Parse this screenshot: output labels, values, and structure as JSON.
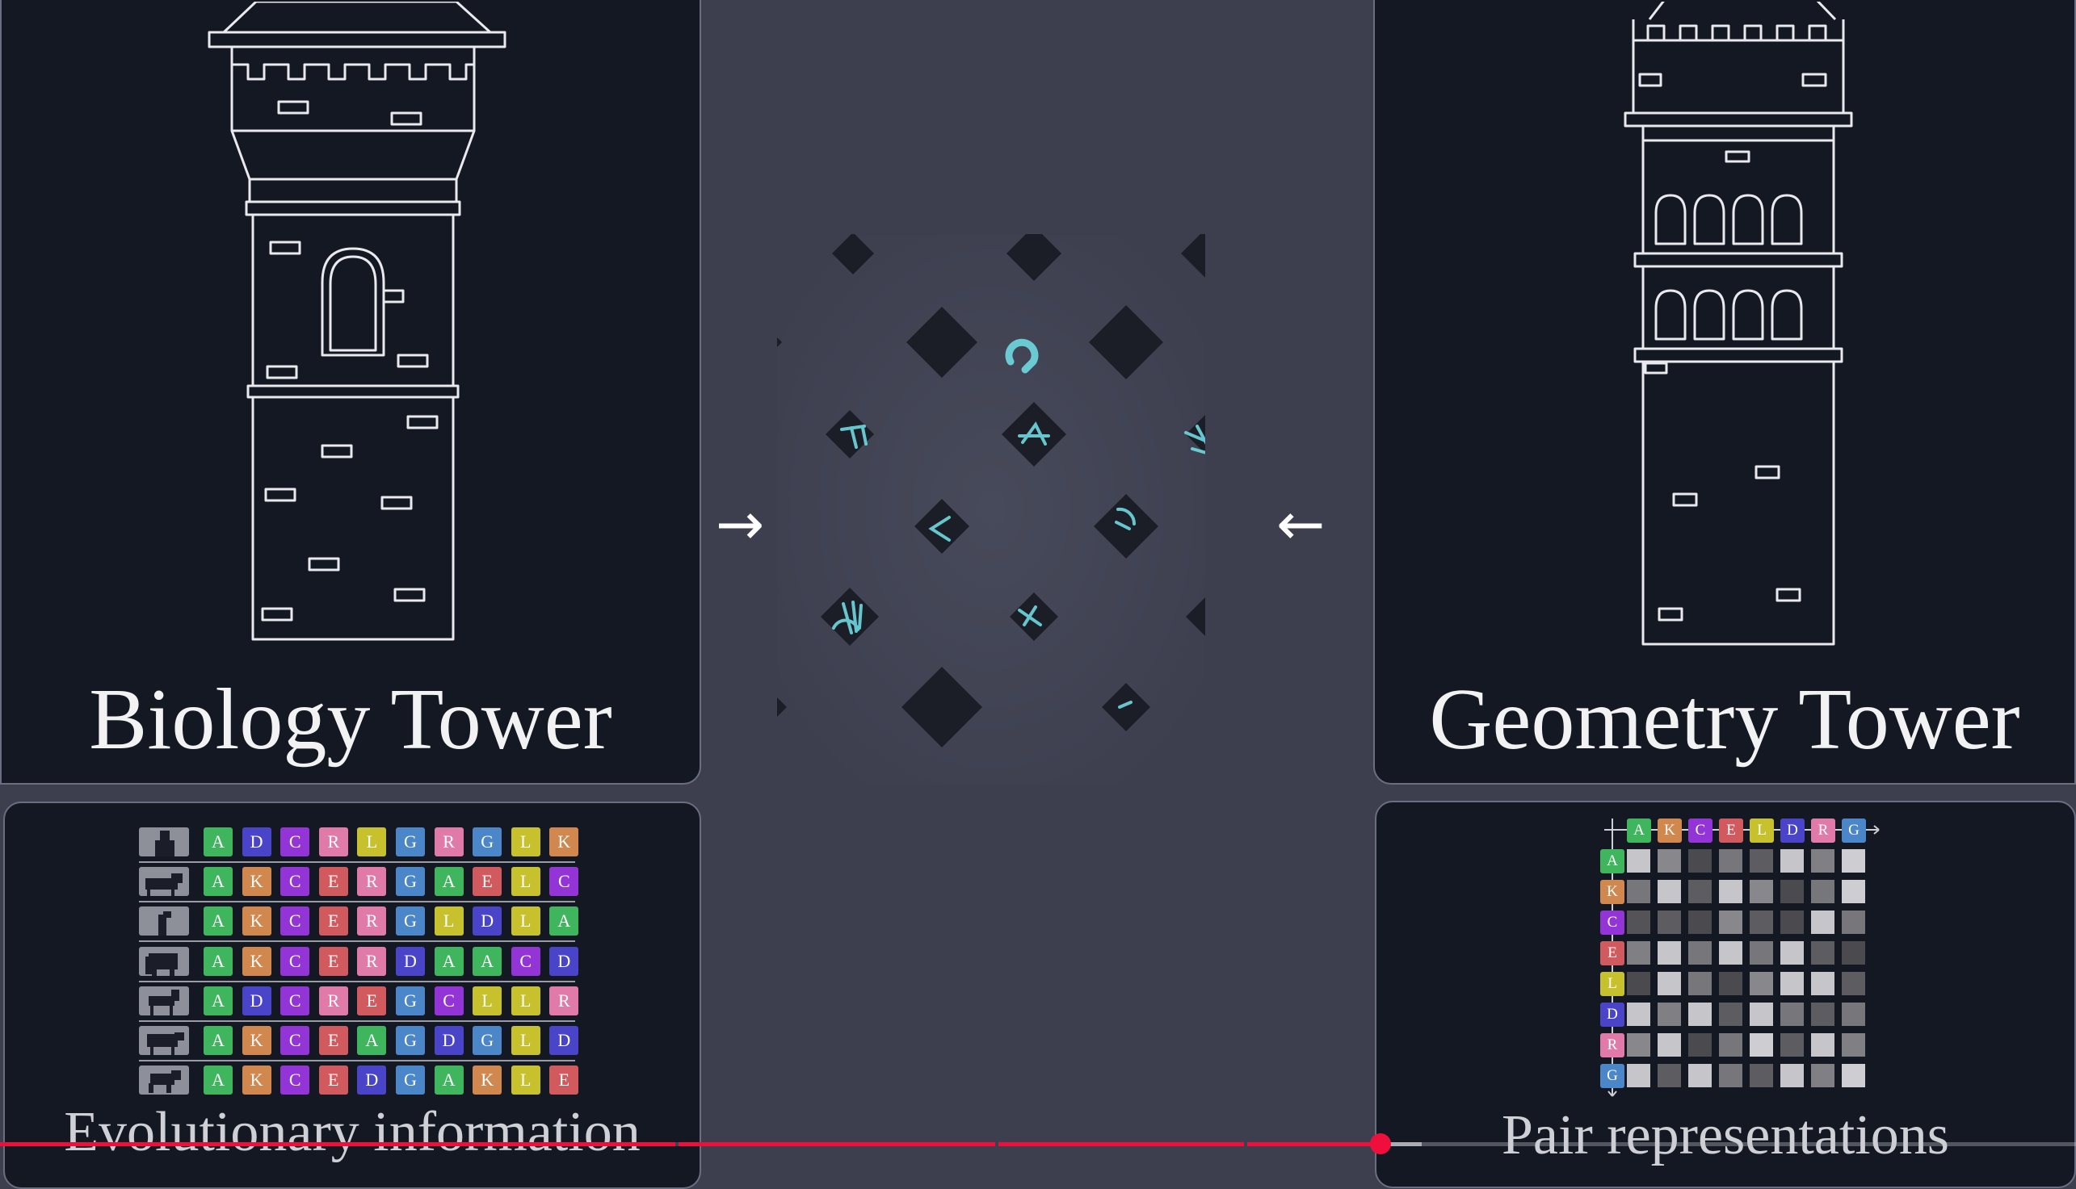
{
  "towers": {
    "left_title": "Biology Tower",
    "right_title": "Geometry Tower"
  },
  "captions": {
    "evolutionary": "Evolutionary information",
    "pair": "Pair representations"
  },
  "msa": {
    "organisms": [
      "human-icon",
      "cat-icon",
      "dog-icon",
      "elephant-icon",
      "horse-icon",
      "cow-icon",
      "monkey-icon"
    ],
    "rows": [
      [
        "A",
        "D",
        "C",
        "R",
        "L",
        "G",
        "R",
        "G",
        "L",
        "K"
      ],
      [
        "A",
        "K",
        "C",
        "E",
        "R",
        "G",
        "A",
        "E",
        "L",
        "C"
      ],
      [
        "A",
        "K",
        "C",
        "E",
        "R",
        "G",
        "L",
        "D",
        "L",
        "A"
      ],
      [
        "A",
        "K",
        "C",
        "E",
        "R",
        "D",
        "A",
        "A",
        "C",
        "D"
      ],
      [
        "A",
        "D",
        "C",
        "R",
        "E",
        "G",
        "C",
        "L",
        "L",
        "R"
      ],
      [
        "A",
        "K",
        "C",
        "E",
        "A",
        "G",
        "D",
        "G",
        "L",
        "D"
      ],
      [
        "A",
        "K",
        "C",
        "E",
        "D",
        "G",
        "A",
        "K",
        "L",
        "E"
      ]
    ]
  },
  "pair": {
    "residues": [
      "A",
      "K",
      "C",
      "E",
      "L",
      "D",
      "R",
      "G"
    ],
    "intensity": [
      [
        0.9,
        0.55,
        0.2,
        0.45,
        0.3,
        0.9,
        0.5,
        0.95
      ],
      [
        0.45,
        0.9,
        0.3,
        0.9,
        0.55,
        0.2,
        0.45,
        0.95
      ],
      [
        0.25,
        0.3,
        0.2,
        0.55,
        0.3,
        0.2,
        0.9,
        0.45
      ],
      [
        0.5,
        0.9,
        0.45,
        0.9,
        0.45,
        0.9,
        0.3,
        0.2
      ],
      [
        0.2,
        0.9,
        0.45,
        0.2,
        0.55,
        0.9,
        0.9,
        0.3
      ],
      [
        0.9,
        0.5,
        0.9,
        0.3,
        0.9,
        0.45,
        0.3,
        0.45
      ],
      [
        0.55,
        0.9,
        0.2,
        0.45,
        0.95,
        0.3,
        0.9,
        0.5
      ],
      [
        0.9,
        0.3,
        0.9,
        0.45,
        0.3,
        0.9,
        0.5,
        0.95
      ]
    ]
  },
  "colors": {
    "A": "#3fb55e",
    "D": "#4a44c8",
    "C": "#9334d6",
    "R": "#e07aa8",
    "L": "#c8c12e",
    "G": "#4a86c8",
    "K": "#d0884e",
    "E": "#d05a5e",
    "accent_red": "#ee0f3c",
    "lattice_glow": "#6fd9e0"
  },
  "lattice": {
    "arrow_left": "→",
    "arrow_right": "←"
  },
  "timeline": {
    "played_fraction": 0.665,
    "buffered_fraction": 0.685
  }
}
